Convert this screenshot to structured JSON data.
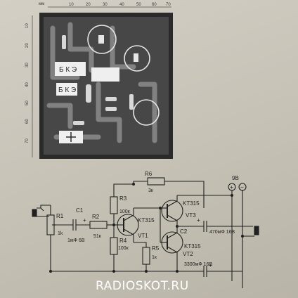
{
  "ruler": {
    "unit": "мм",
    "top_ticks": [
      "10",
      "20",
      "30",
      "40",
      "50",
      "60",
      "70"
    ],
    "left_ticks": [
      "10",
      "20",
      "30",
      "40",
      "50",
      "60",
      "70"
    ]
  },
  "pcb": {
    "relay_labels": [
      "Б К Э",
      "Б К Э"
    ]
  },
  "schematic": {
    "components": {
      "R1": {
        "name": "R1",
        "value": "1k"
      },
      "C1": {
        "name": "C1",
        "value": "1мФ 6В"
      },
      "R2": {
        "name": "R2",
        "value": "51к"
      },
      "R3": {
        "name": "R3",
        "value": "100к"
      },
      "R4": {
        "name": "R4",
        "value": "100к"
      },
      "R5": {
        "name": "R5",
        "value": "1к"
      },
      "R6": {
        "name": "R6",
        "value": "3к"
      },
      "VT1": {
        "name": "VT1",
        "type": "KT315"
      },
      "VT2": {
        "name": "VT2",
        "type": "KT315"
      },
      "VT3": {
        "name": "VT3",
        "type": "KT315"
      },
      "C2": {
        "name": "C2",
        "value": "470мФ 16В"
      },
      "C3": {
        "value": "3300мФ 16В"
      }
    },
    "supply": {
      "voltage": "9В",
      "plus": "+",
      "minus": "−"
    },
    "plus_marks": [
      "+",
      "+",
      "+"
    ]
  },
  "watermark": "RADIOSKOT.RU",
  "colors": {
    "board": "#2c2c2c",
    "board_inner": "#4a4a4a",
    "trace": "#8f8f8f",
    "paper": "#cfcac0",
    "wire": "#202020"
  }
}
